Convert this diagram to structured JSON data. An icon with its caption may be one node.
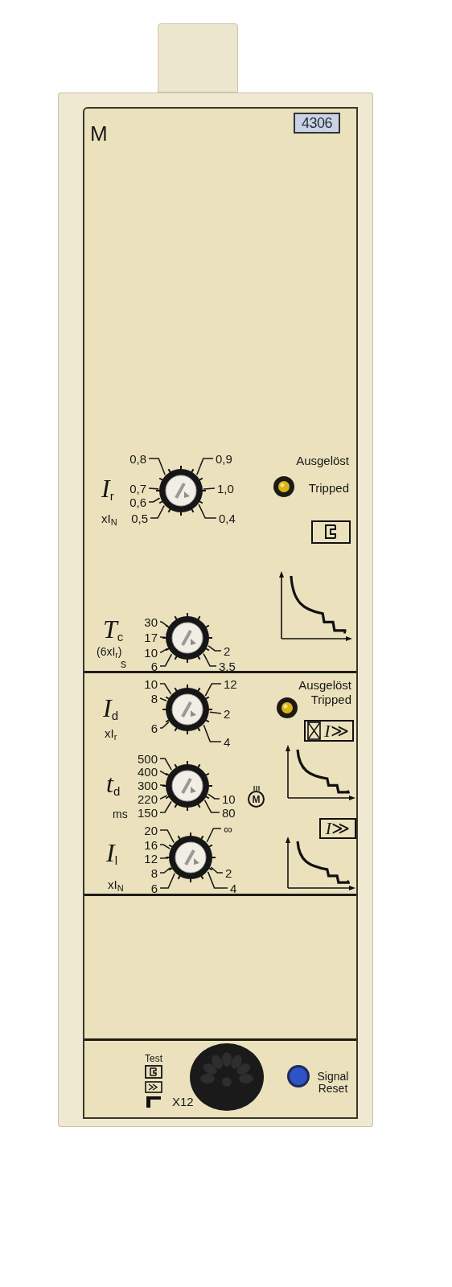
{
  "diagram": {
    "nodes": [
      {
        "text": [],
        "shape": "box"
      },
      {
        "text": [
          "4306"
        ]
      },
      {
        "text": [
          "*I*≫"
        ]
      },
      {
        "text": [
          "M"
        ]
      },
      {
        "text": [
          "*I*≫"
        ]
      }
    ],
    "labels": [
      "M",
      "0,8",
      "0,9",
      "Ausgelöst",
      "*I*$_{r}$",
      "0,7",
      "1,0",
      "Tripped",
      "0,6",
      "xI$_{N}$",
      "0,5",
      "0,4",
      "*T*$_{c}$",
      "30",
      "17",
      "(6xI$_{r}$)",
      "10",
      "2",
      "s",
      "6",
      "3,5",
      "10",
      "12",
      "Ausgelöst",
      "*I*$_{d}$",
      "8",
      "Tripped",
      "2",
      "6",
      "xI$_{r}$",
      "4",
      "500",
      "400",
      "300",
      "*t*$_{d}$",
      "220",
      "10",
      "ms",
      "150",
      "80",
      "20",
      "∞",
      "16",
      "*I*$_{l}$",
      "12",
      "8",
      "2",
      "xI$_{N}$",
      "6",
      "4",
      "Test",
      "X12",
      "Signal Reset"
    ]
  }
}
